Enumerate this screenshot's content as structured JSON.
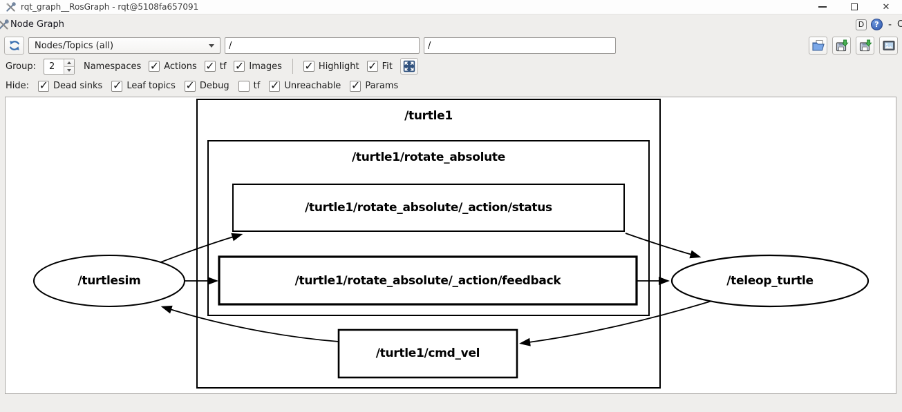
{
  "window": {
    "title": "rqt_graph__RosGraph - rqt@5108fa657091"
  },
  "panel": {
    "title": "Node Graph",
    "buttons": {
      "dock": "D",
      "help": "?",
      "minimize": "-",
      "close_clipped": "C"
    }
  },
  "toolbar": {
    "combo_value": "Nodes/Topics (all)",
    "filter_input_1": "/",
    "filter_input_2": "/",
    "right_icons": [
      "open-file",
      "save-dot",
      "save-svg",
      "save-image"
    ]
  },
  "options_row": {
    "group_label": "Group:",
    "group_value": "2",
    "namespaces_label": "Namespaces",
    "checkboxes": [
      {
        "label": "Actions",
        "checked": true
      },
      {
        "label": "tf",
        "checked": true
      },
      {
        "label": "Images",
        "checked": true
      }
    ],
    "view_checkboxes": [
      {
        "label": "Highlight",
        "checked": true
      },
      {
        "label": "Fit",
        "checked": true
      }
    ]
  },
  "hide_row": {
    "label": "Hide:",
    "checkboxes": [
      {
        "label": "Dead sinks",
        "checked": true
      },
      {
        "label": "Leaf topics",
        "checked": true
      },
      {
        "label": "Debug",
        "checked": true
      },
      {
        "label": "tf",
        "checked": false
      },
      {
        "label": "Unreachable",
        "checked": true
      },
      {
        "label": "Params",
        "checked": true
      }
    ]
  },
  "graph": {
    "clusters": [
      {
        "label": "/turtle1"
      },
      {
        "label": "/turtle1/rotate_absolute"
      }
    ],
    "topics": [
      {
        "label": "/turtle1/rotate_absolute/_action/status"
      },
      {
        "label": "/turtle1/rotate_absolute/_action/feedback"
      },
      {
        "label": "/turtle1/cmd_vel"
      }
    ],
    "nodes": [
      {
        "label": "/turtlesim"
      },
      {
        "label": "/teleop_turtle"
      }
    ],
    "edges": [
      {
        "from": "/turtlesim",
        "to": "/turtle1/rotate_absolute/_action/status"
      },
      {
        "from": "/turtle1/rotate_absolute/_action/status",
        "to": "/teleop_turtle"
      },
      {
        "from": "/turtlesim",
        "to": "/turtle1/rotate_absolute/_action/feedback"
      },
      {
        "from": "/turtle1/rotate_absolute/_action/feedback",
        "to": "/teleop_turtle"
      },
      {
        "from": "/teleop_turtle",
        "to": "/turtle1/cmd_vel"
      },
      {
        "from": "/turtle1/cmd_vel",
        "to": "/turtlesim"
      }
    ]
  },
  "colors": {
    "accent_blue": "#3a6fb0",
    "toolbar_bg": "#efeeec",
    "graph_bg": "#ffffff",
    "edge": "#000000"
  }
}
